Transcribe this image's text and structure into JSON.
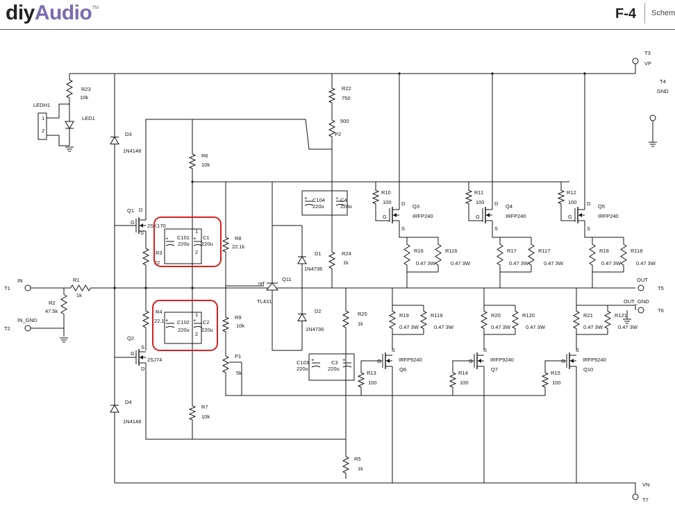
{
  "header": {
    "logo_part1": "diy",
    "logo_part2": "Audio",
    "logo_tm": "TM",
    "page_number": "F-4",
    "section_title": "Schem"
  },
  "colors": {
    "highlight": "#d42020",
    "brand": "#7b6bb0",
    "wire": "#111111"
  },
  "schematic": {
    "terminals": {
      "T1": {
        "ref": "T1",
        "net": "IN"
      },
      "T2": {
        "ref": "T2",
        "net": "IN_GND"
      },
      "T3": {
        "ref": "T3",
        "net": "VP"
      },
      "T4": {
        "ref": "T4",
        "net": "GND"
      },
      "T5": {
        "ref": "T5",
        "net": "OUT"
      },
      "T6": {
        "ref": "T6",
        "net": "OUT_GND"
      },
      "T7": {
        "ref": "T7",
        "net": "VN"
      }
    },
    "components": {
      "LEDH1": {
        "ref": "LEDH1",
        "pin1": "1",
        "pin2": "2"
      },
      "LED1": {
        "ref": "LED1"
      },
      "R23": {
        "ref": "R23",
        "value": "10k"
      },
      "D3": {
        "ref": "D3",
        "value": "1N4148"
      },
      "D4": {
        "ref": "D4",
        "value": "1N4148"
      },
      "Q1": {
        "ref": "Q1",
        "part": "2SK170",
        "pin_d": "D",
        "pin_g": "G",
        "pin_s": "S"
      },
      "Q2": {
        "ref": "Q2",
        "part": "2SJ74",
        "pin_d": "D",
        "pin_g": "G",
        "pin_s": "S"
      },
      "R1": {
        "ref": "R1",
        "value": "1k"
      },
      "R2": {
        "ref": "R2",
        "value": "47.5k"
      },
      "R3": {
        "ref": "R3",
        "value": "22"
      },
      "R4": {
        "ref": "R4",
        "value": "22.1"
      },
      "R6": {
        "ref": "R6",
        "value": "10k"
      },
      "R7": {
        "ref": "R7",
        "value": "10k"
      },
      "C101": {
        "ref": "C101",
        "value": "220u"
      },
      "C1": {
        "ref": "C1",
        "value": "220u"
      },
      "C102": {
        "ref": "C102",
        "value": "220u"
      },
      "C2": {
        "ref": "C2",
        "value": "220u"
      },
      "R8": {
        "ref": "R8",
        "value": "22.1k"
      },
      "R9": {
        "ref": "R9",
        "value": "10k"
      },
      "P1": {
        "ref": "P1",
        "value": "5k"
      },
      "Q11": {
        "ref": "Q11",
        "part": "TL431",
        "pin_ref": "ref"
      },
      "R22": {
        "ref": "R22",
        "value": "750"
      },
      "P2": {
        "ref": "P2",
        "value": "500"
      },
      "C104": {
        "ref": "C104",
        "value": "220u"
      },
      "C4": {
        "ref": "C4",
        "value": "220u"
      },
      "C103": {
        "ref": "C103",
        "value": "220u"
      },
      "C3": {
        "ref": "C3",
        "value": "220u"
      },
      "D1": {
        "ref": "D1",
        "value": "1N4736"
      },
      "D2": {
        "ref": "D2",
        "value": "1N4736"
      },
      "R24": {
        "ref": "R24",
        "value": "1k"
      },
      "R25": {
        "ref": "R25",
        "value": "1k"
      },
      "R5": {
        "ref": "R5",
        "value": "1k"
      },
      "R10": {
        "ref": "R10",
        "value": "100"
      },
      "R11": {
        "ref": "R11",
        "value": "100"
      },
      "R12": {
        "ref": "R12",
        "value": "100"
      },
      "Q3": {
        "ref": "Q3",
        "part": "IRFP240"
      },
      "Q4": {
        "ref": "Q4",
        "part": "IRFP240"
      },
      "Q5": {
        "ref": "Q5",
        "part": "IRFP240"
      },
      "R16": {
        "ref": "R16",
        "value": "0.47 3W"
      },
      "R116": {
        "ref": "R116",
        "value": "0.47 3W"
      },
      "R17": {
        "ref": "R17",
        "value": "0.47 3W"
      },
      "R117": {
        "ref": "R117",
        "value": "0.47 3W"
      },
      "R18": {
        "ref": "R18",
        "value": "0.47 3W"
      },
      "R118": {
        "ref": "R118",
        "value": "0.47 3W"
      },
      "R19": {
        "ref": "R19",
        "value": "0.47 3W"
      },
      "R119": {
        "ref": "R119",
        "value": "0.47 3W"
      },
      "R20": {
        "ref": "R20",
        "value": "0.47 3W"
      },
      "R120": {
        "ref": "R120",
        "value": "0.47 3W"
      },
      "R21": {
        "ref": "R21",
        "value": "0.47 3W"
      },
      "R121": {
        "ref": "R121",
        "value": "0.47 3W"
      },
      "R13": {
        "ref": "R13",
        "value": "100"
      },
      "R14": {
        "ref": "R14",
        "value": "100"
      },
      "R15": {
        "ref": "R15",
        "value": "100"
      },
      "Q6": {
        "ref": "Q6",
        "part": "IRFP9240"
      },
      "Q7": {
        "ref": "Q7",
        "part": "IRFP9240"
      },
      "Q10": {
        "ref": "Q10",
        "part": "IRFP9240"
      }
    },
    "pin_labels": {
      "plus": "+",
      "one": "1",
      "two": "2",
      "g": "G",
      "s": "S",
      "d": "D"
    }
  }
}
